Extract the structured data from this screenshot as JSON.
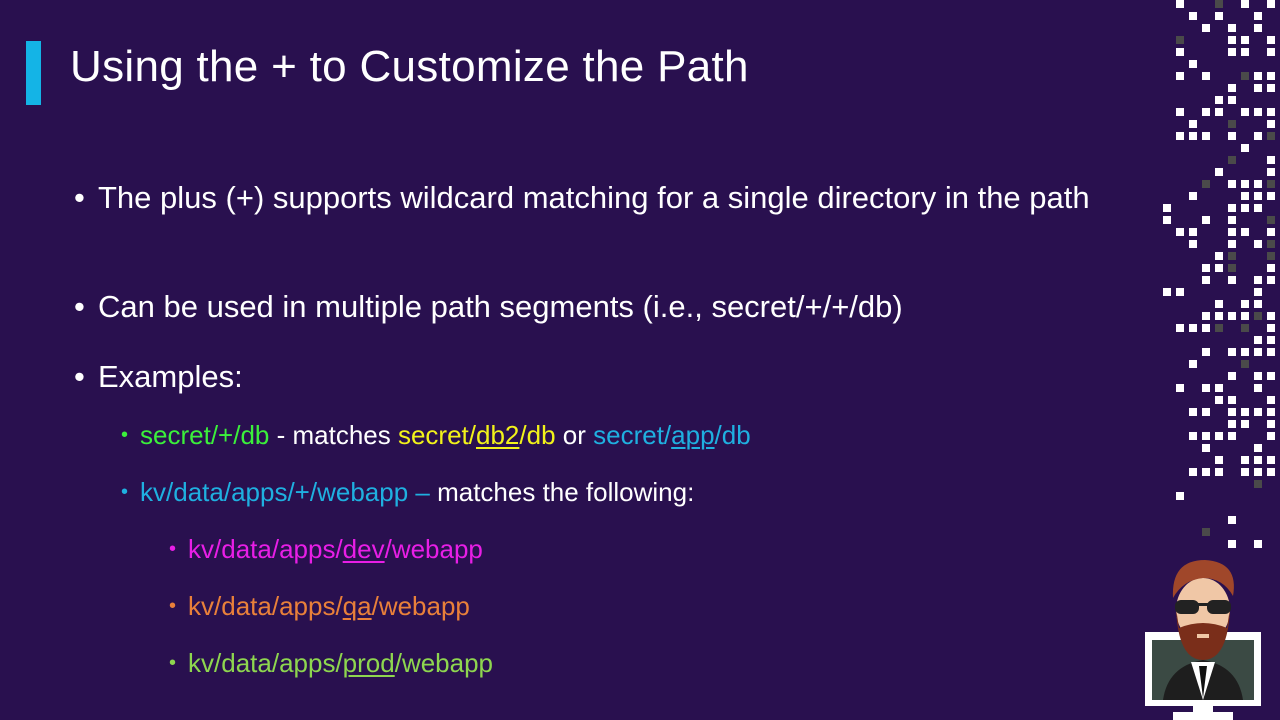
{
  "title": "Using the + to Customize the Path",
  "bullets": [
    {
      "text": "The plus (+) supports wildcard matching for a single directory in the path"
    },
    {
      "text": "Can be used in multiple path segments (i.e., secret/+/+/db)"
    },
    {
      "text": "Examples:"
    }
  ],
  "example1": {
    "pattern": "secret/+/db",
    "sep": " - matches ",
    "m1_pre": "secret/",
    "m1_seg": "db2",
    "m1_post": "/db",
    "or": " or ",
    "m2_pre": "secret/",
    "m2_seg": "app",
    "m2_post": "/db"
  },
  "example2": {
    "pattern": "kv/data/apps/+/webapp",
    "dash": " – ",
    "rest": "matches the following:"
  },
  "matches": [
    {
      "pre": "kv/data/apps/",
      "seg": "dev",
      "post": "/webapp",
      "color": "#e81ee6"
    },
    {
      "pre": "kv/data/apps/",
      "seg": "qa",
      "post": "/webapp",
      "color": "#e9803a"
    },
    {
      "pre": "kv/data/apps/",
      "seg": "prod",
      "post": "/webapp",
      "color": "#8ed64f"
    }
  ],
  "colors": {
    "green": "#3bf03b",
    "yellow": "#f2f21a",
    "blue": "#1fb0e0",
    "accent": "#14b4e6"
  }
}
